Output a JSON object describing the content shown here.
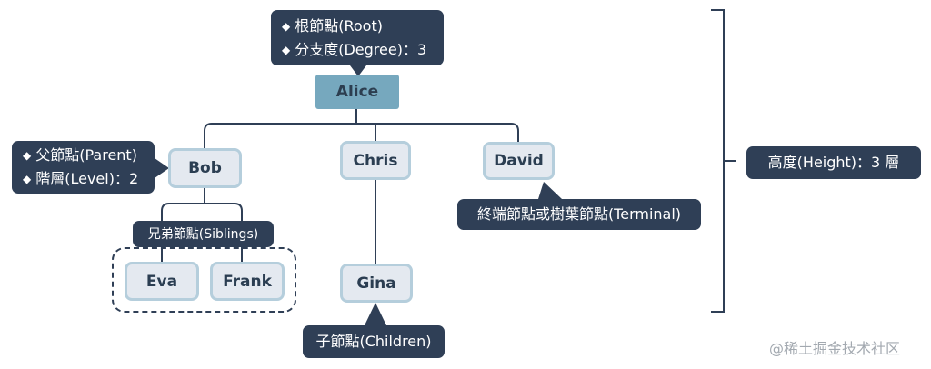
{
  "nodes": {
    "alice": "Alice",
    "bob": "Bob",
    "chris": "Chris",
    "david": "David",
    "eva": "Eva",
    "frank": "Frank",
    "gina": "Gina"
  },
  "callouts": {
    "root": {
      "line1": "根節點(Root)",
      "line2": "分支度(Degree)：3"
    },
    "parent": {
      "line1": "父節點(Parent)",
      "line2": "階層(Level)：2"
    },
    "siblings": "兄弟節點(Siblings)",
    "terminal": "終端節點或樹葉節點(Terminal)",
    "children": "子節點(Children)",
    "height": "高度(Height)：3 層"
  },
  "bullet_glyph": "◆",
  "watermark": "@稀土掘金技术社区",
  "colors": {
    "root_fill": "#76a8be",
    "node_fill": "#e4e9f0",
    "node_border": "#b5cedc",
    "callout_fill": "#2f3f56",
    "line": "#2f3f56"
  }
}
